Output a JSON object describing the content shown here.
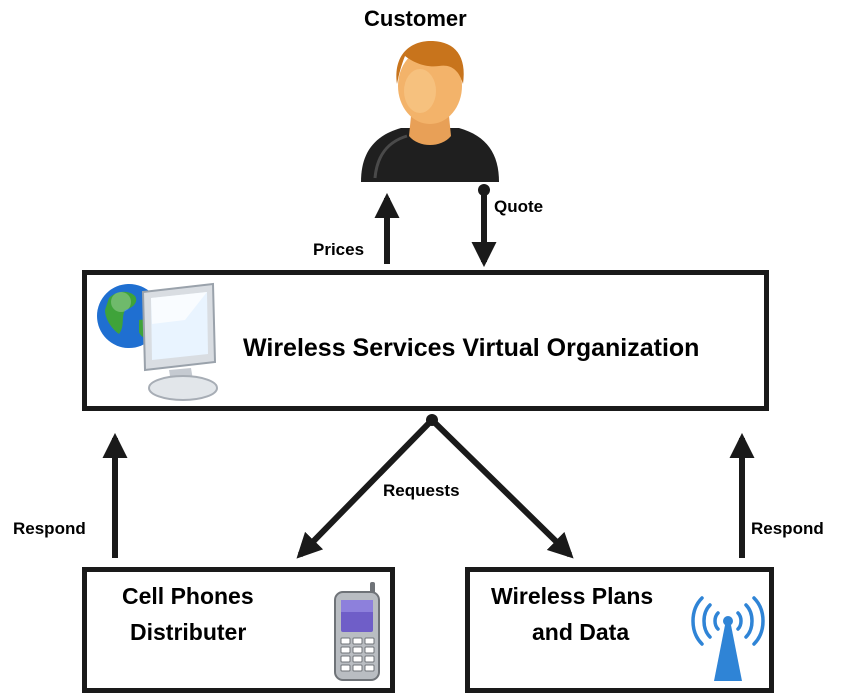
{
  "customer": {
    "label": "Customer",
    "icon": "customer-person-icon"
  },
  "virtual_org": {
    "label": "Wireless Services Virtual Organization",
    "icon": "globe-computer-icon"
  },
  "cell_phones": {
    "line1": "Cell Phones",
    "line2": "Distributer",
    "icon": "cell-phone-icon"
  },
  "wireless_plans": {
    "line1": "Wireless Plans",
    "line2": "and Data",
    "icon": "wireless-antenna-icon"
  },
  "arrows": {
    "prices": "Prices",
    "quote": "Quote",
    "requests": "Requests",
    "respond_left": "Respond",
    "respond_right": "Respond"
  },
  "colors": {
    "line": "#1a1a1a",
    "skin": "#f3b36a",
    "hair": "#c8741c",
    "shirt": "#1f1f1f",
    "globe_blue": "#1f6fd1",
    "globe_green": "#3fa33a",
    "antenna_blue": "#2f84d6"
  }
}
